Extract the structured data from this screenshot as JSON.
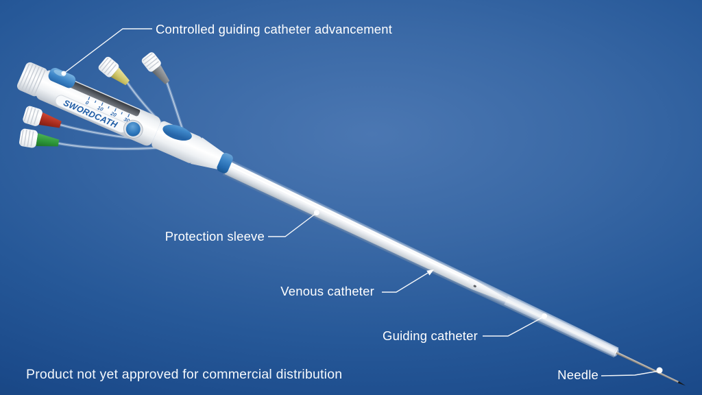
{
  "device": {
    "brand": "SWORDCATH",
    "scale_marks": [
      "0",
      "10",
      "20",
      "30"
    ],
    "accent_blue": "#2f7fc4",
    "port_colors": {
      "red": "#a92c1d",
      "green": "#2c9638",
      "yellow": "#cfc66a",
      "gray": "#808488"
    }
  },
  "annotations": [
    {
      "label": "Controlled guiding catheter advancement",
      "marker": "dot"
    },
    {
      "label": "Protection sleeve",
      "marker": "dot"
    },
    {
      "label": "Venous catheter",
      "marker": "arrow"
    },
    {
      "label": "Guiding catheter",
      "marker": "dot"
    },
    {
      "label": "Needle",
      "marker": "dot"
    }
  ],
  "footer": {
    "text": "Product not yet approved for commercial distribution"
  },
  "background": {
    "center_color": "#4b77b2",
    "edge_color": "#153e74"
  }
}
